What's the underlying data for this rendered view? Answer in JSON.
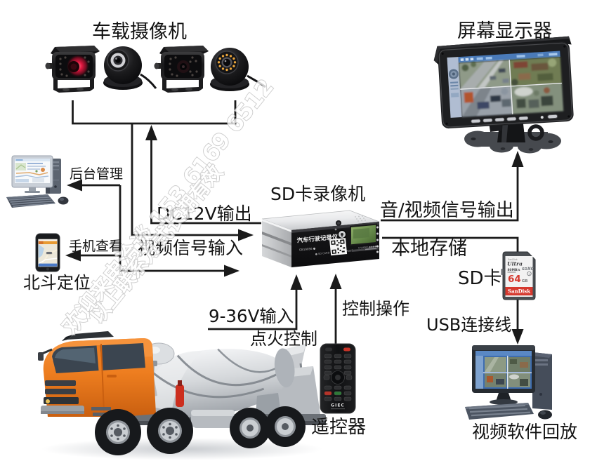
{
  "page": {
    "background": "#ffffff",
    "description": "Vehicle SD-card DVR system connection diagram"
  },
  "labels": {
    "cameras_title": "车载摄像机",
    "monitor_title": "屏幕显示器",
    "dvr_title": "SD卡录像机",
    "backend": "后台管理",
    "dc12v_out": "DC12V输出",
    "av_out": "音/视频信号输出",
    "video_in": "视频信号输入",
    "local_storage": "本地存储",
    "phone_view": "手机查看",
    "beidou": "北斗定位",
    "sd_card": "SD卡",
    "power_in": "9-36V输入",
    "ignition": "点火控制",
    "control_op": "控制操作",
    "usb_cable": "USB连接线",
    "remote": "遥控器",
    "playback": "视频软件回放"
  },
  "devices": {
    "dvr": {
      "panel_title": "汽车行驶记录仪",
      "panel_subtext": "GB19056  ●",
      "panel_subtext2": "● SD CARD VIDEO RECORDER"
    },
    "sd_card": {
      "brand_small": "SanDisk",
      "series": "Ultra",
      "speed": "80MB/s",
      "format": "XC",
      "format_prefix": "SD",
      "capacity": "64",
      "capacity_unit": "GB",
      "brand_logo": "SanDisk"
    },
    "remote": {
      "brand": "GIEC"
    }
  },
  "watermark": {
    "line1": "欢迎来电洽谈 153 6169 6512",
    "line2": "以上联系方式长期有效"
  },
  "colors": {
    "line": "#1a1a1a",
    "label_text": "#131313",
    "truck_orange": "#ed7d1f",
    "sd_red": "#d6392f",
    "lcd_green": "#6f9d4f",
    "pc_screen_blue": "#3e6db0",
    "watermark_stroke": "#c3c3c3"
  }
}
